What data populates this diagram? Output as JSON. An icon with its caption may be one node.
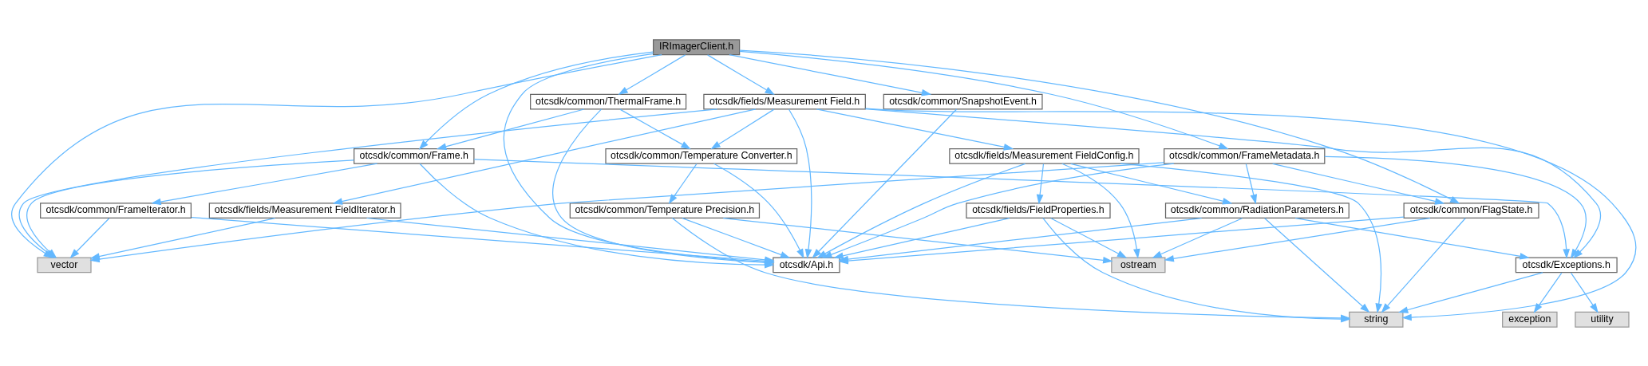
{
  "diagram": {
    "nodes": [
      {
        "text": [
          "IRImagerClient.h"
        ]
      },
      {
        "text": [
          "otcsdk/common/ThermalFrame.h"
        ]
      },
      {
        "text": [
          "otcsdk/common/SnapshotEvent.h"
        ]
      },
      {
        "text": [
          "otcsdk/fields/Measurement Field.h"
        ]
      },
      {
        "text": [
          "otcsdk/common/Frame.h"
        ]
      },
      {
        "text": [
          "otcsdk/common/Temperature Converter.h"
        ]
      },
      {
        "text": [
          "otcsdk/common/FrameMetadata.h"
        ]
      },
      {
        "text": [
          "otcsdk/fields/Measurement FieldConfig.h"
        ]
      },
      {
        "text": [
          "otcsdk/common/FrameIterator.h"
        ]
      },
      {
        "text": [
          "otcsdk/fields/Measurement FieldIterator.h"
        ]
      },
      {
        "text": [
          "otcsdk/common/Temperature Precision.h"
        ]
      },
      {
        "text": [
          "otcsdk/common/RadiationParameters.h"
        ]
      },
      {
        "text": [
          "otcsdk/common/FlagState.h"
        ]
      },
      {
        "text": [
          "otcsdk/fields/FieldProperties.h"
        ]
      },
      {
        "text": [
          "vector"
        ]
      },
      {
        "text": [
          "otcsdk/Api.h"
        ]
      },
      {
        "text": [
          "otcsdk/Exceptions.h"
        ]
      },
      {
        "text": [
          "ostream"
        ]
      },
      {
        "text": [
          "utility"
        ]
      },
      {
        "text": [
          "exception"
        ]
      },
      {
        "text": [
          "string"
        ]
      }
    ],
    "edges": [
      {
        "from": 0,
        "to": 14,
        "arrow": "to"
      },
      {
        "from": 0,
        "to": 1,
        "arrow": "to"
      },
      {
        "from": 0,
        "to": 4,
        "arrow": "to"
      },
      {
        "from": 0,
        "to": 15,
        "arrow": "to"
      },
      {
        "from": 0,
        "to": 2,
        "arrow": "to"
      },
      {
        "from": 0,
        "to": 3,
        "arrow": "to"
      },
      {
        "from": 0,
        "to": 6,
        "arrow": "to"
      },
      {
        "from": 0,
        "to": 12,
        "arrow": "to"
      },
      {
        "from": 1,
        "to": 4,
        "arrow": "to"
      },
      {
        "from": 1,
        "to": 15,
        "arrow": "to"
      },
      {
        "from": 1,
        "to": 5,
        "arrow": "to"
      },
      {
        "from": 2,
        "to": 15,
        "arrow": "to"
      },
      {
        "from": 3,
        "to": 14,
        "arrow": "to"
      },
      {
        "from": 3,
        "to": 5,
        "arrow": "to"
      },
      {
        "from": 3,
        "to": 15,
        "arrow": "to"
      },
      {
        "from": 3,
        "to": 16,
        "arrow": "to"
      },
      {
        "from": 3,
        "to": 7,
        "arrow": "to"
      },
      {
        "from": 3,
        "to": 20,
        "arrow": "to"
      },
      {
        "from": 3,
        "to": 9,
        "arrow": "to"
      },
      {
        "from": 4,
        "to": 14,
        "arrow": "to"
      },
      {
        "from": 4,
        "to": 8,
        "arrow": "to"
      },
      {
        "from": 4,
        "to": 15,
        "arrow": "to"
      },
      {
        "from": 4,
        "to": 16,
        "arrow": "to"
      },
      {
        "from": 5,
        "to": 15,
        "arrow": "to"
      },
      {
        "from": 5,
        "to": 10,
        "arrow": "to"
      },
      {
        "from": 6,
        "to": 15,
        "arrow": "to"
      },
      {
        "from": 6,
        "to": 14,
        "arrow": "to"
      },
      {
        "from": 6,
        "to": 11,
        "arrow": "to"
      },
      {
        "from": 6,
        "to": 12,
        "arrow": "to"
      },
      {
        "from": 6,
        "to": 16,
        "arrow": "to"
      },
      {
        "from": 7,
        "to": 15,
        "arrow": "to"
      },
      {
        "from": 7,
        "to": 11,
        "arrow": "to"
      },
      {
        "from": 7,
        "to": 13,
        "arrow": "to"
      },
      {
        "from": 7,
        "to": 17,
        "arrow": "to"
      },
      {
        "from": 7,
        "to": 20,
        "arrow": "to"
      },
      {
        "from": 8,
        "to": 14,
        "arrow": "to"
      },
      {
        "from": 8,
        "to": 15,
        "arrow": "to"
      },
      {
        "from": 9,
        "to": 14,
        "arrow": "to"
      },
      {
        "from": 9,
        "to": 15,
        "arrow": "to"
      },
      {
        "from": 10,
        "to": 15,
        "arrow": "to"
      },
      {
        "from": 10,
        "to": 20,
        "arrow": "to"
      },
      {
        "from": 10,
        "to": 17,
        "arrow": "to"
      },
      {
        "from": 11,
        "to": 15,
        "arrow": "to"
      },
      {
        "from": 11,
        "to": 16,
        "arrow": "to"
      },
      {
        "from": 11,
        "to": 17,
        "arrow": "to"
      },
      {
        "from": 11,
        "to": 20,
        "arrow": "to"
      },
      {
        "from": 12,
        "to": 15,
        "arrow": "to"
      },
      {
        "from": 12,
        "to": 17,
        "arrow": "to"
      },
      {
        "from": 12,
        "to": 20,
        "arrow": "to"
      },
      {
        "from": 13,
        "to": 15,
        "arrow": "to"
      },
      {
        "from": 13,
        "to": 17,
        "arrow": "to"
      },
      {
        "from": 13,
        "to": 20,
        "arrow": "to"
      },
      {
        "from": 16,
        "to": 18,
        "arrow": "to"
      },
      {
        "from": 16,
        "to": 19,
        "arrow": "to"
      },
      {
        "from": 16,
        "to": 20,
        "arrow": "to"
      }
    ]
  }
}
